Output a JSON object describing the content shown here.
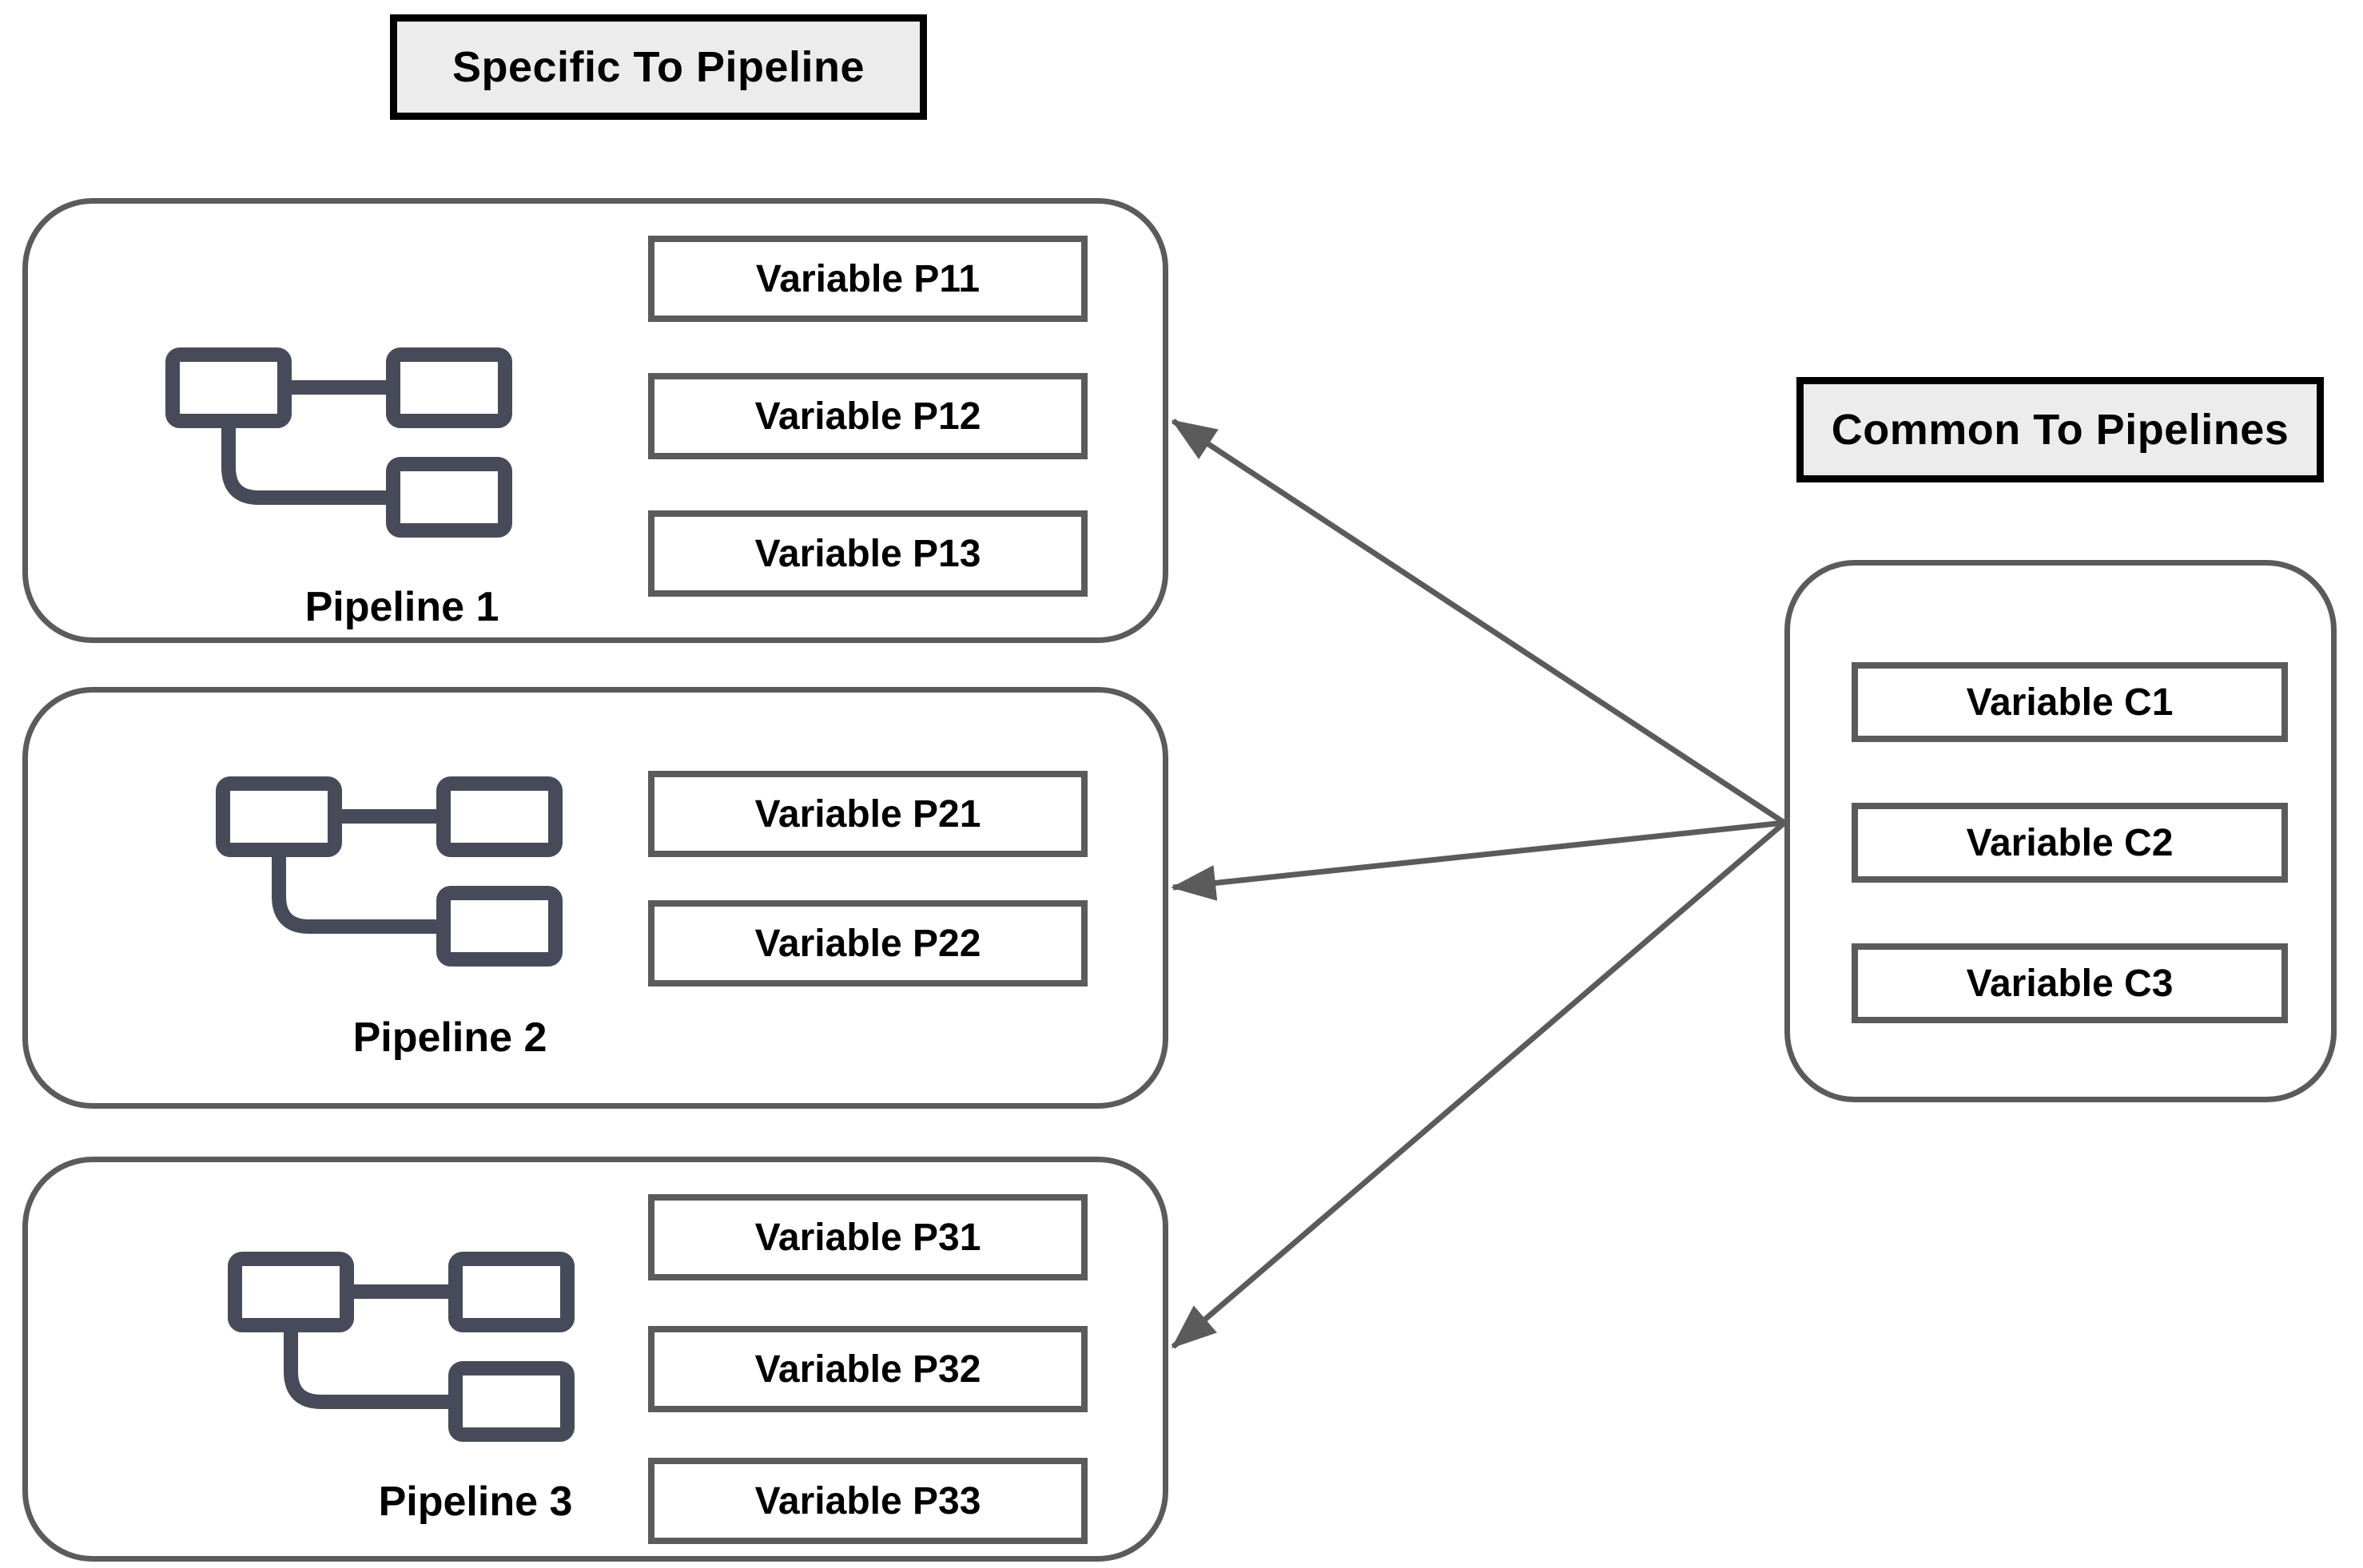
{
  "headers": {
    "specific": "Specific To Pipeline",
    "common": "Common To Pipelines"
  },
  "pipelines": [
    {
      "name": "Pipeline 1",
      "variables": [
        "Variable P11",
        "Variable P12",
        "Variable P13"
      ]
    },
    {
      "name": "Pipeline 2",
      "variables": [
        "Variable P21",
        "Variable P22"
      ]
    },
    {
      "name": "Pipeline 3",
      "variables": [
        "Variable P31",
        "Variable P32",
        "Variable P33"
      ]
    }
  ],
  "common_group": {
    "variables": [
      "Variable C1",
      "Variable C2",
      "Variable C3"
    ]
  },
  "arrows": [
    {
      "from": "common-group",
      "to": "Pipeline 1"
    },
    {
      "from": "common-group",
      "to": "Pipeline 2"
    },
    {
      "from": "common-group",
      "to": "Pipeline 3"
    }
  ],
  "icons": {
    "pipeline": "flowchart-nodes-icon"
  },
  "colors": {
    "background": "#ffffff",
    "outline": "#5b5b5b",
    "icon": "#474b59",
    "label_fill": "#ececec",
    "label_border": "#000000",
    "text": "#000000"
  }
}
